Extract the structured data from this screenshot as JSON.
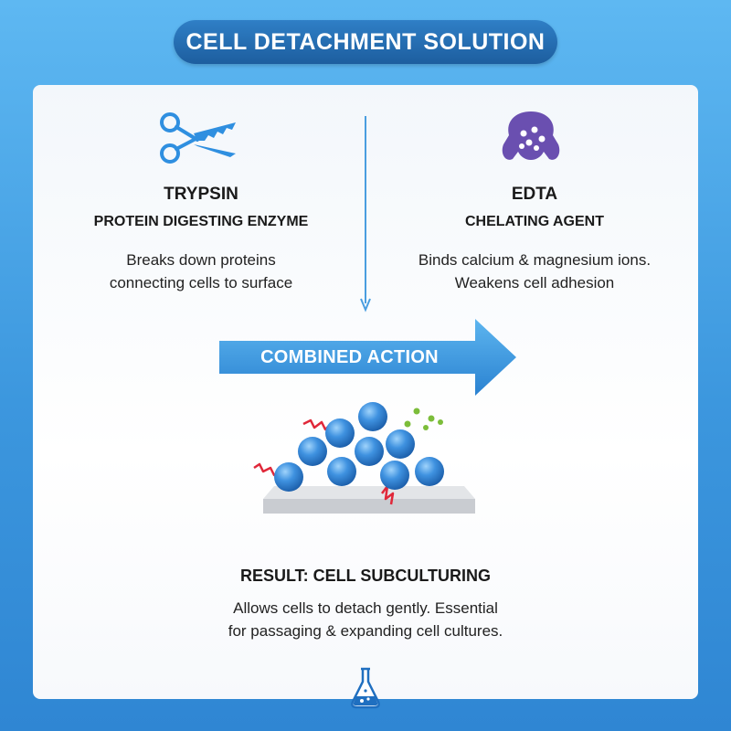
{
  "title": "CELL DETACHMENT SOLUTION",
  "trypsin": {
    "icon": "scissors-icon",
    "name": "TRYPSIN",
    "type": "PROTEIN DIGESTING ENZYME",
    "description_line1": "Breaks down proteins",
    "description_line2": "connecting cells to surface"
  },
  "edta": {
    "icon": "chelator-icon",
    "name": "EDTA",
    "type": "CHELATING AGENT",
    "description_line1": "Binds calcium & magnesium ions.",
    "description_line2": "Weakens cell adhesion"
  },
  "combined": {
    "label": "COMBINED ACTION"
  },
  "result": {
    "title": "RESULT: CELL SUBCULTURING",
    "description_line1": "Allows cells to detach gently. Essential",
    "description_line2": "for passaging & expanding cell cultures."
  },
  "footer_icon": "flask-icon",
  "colors": {
    "background": "#3c97de",
    "title_pill": "#1d5e9f",
    "trypsin_icon": "#2f8fe0",
    "edta_icon": "#6a4fb0",
    "arrow": "#3a94dc",
    "cell": "#2f7fd4",
    "protein_strand": "#e0283a",
    "ion": "#7cbd3a"
  }
}
